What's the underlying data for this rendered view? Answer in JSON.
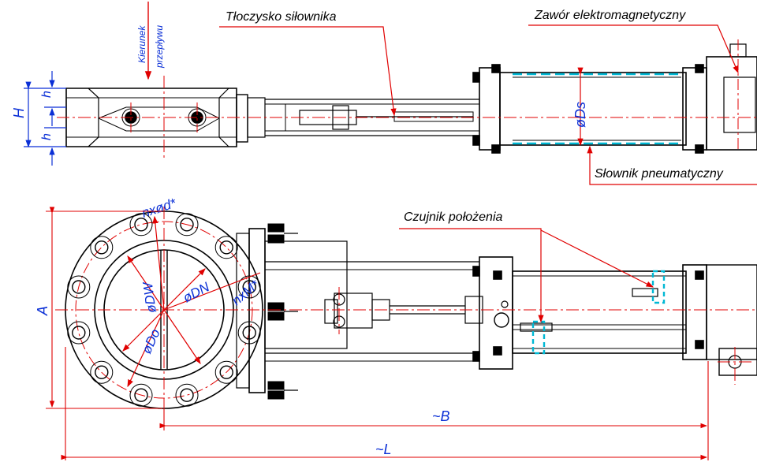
{
  "labels": {
    "flow_direction_line1": "Kierunek",
    "flow_direction_line2": "przepływu",
    "piston_rod": "Tłoczysko siłownika",
    "solenoid_valve": "Zawór elektromagnetyczny",
    "pneumatic_actuator": "Słownik pneumatyczny",
    "position_sensor": "Czujnik położenia"
  },
  "dimensions": {
    "H": "H",
    "h_top": "h",
    "h_bottom": "h",
    "Ds": "øDs",
    "bolt_holes": "nxød*",
    "DN": "øDN",
    "DW": "øDW",
    "Do": "øDo",
    "thread": "nxM*",
    "A": "A",
    "B": "~B",
    "L": "~L"
  },
  "colors": {
    "outline": "#000000",
    "dimension": "#0a2fd6",
    "leader": "#e00000",
    "hidden": "#00b8d4"
  }
}
